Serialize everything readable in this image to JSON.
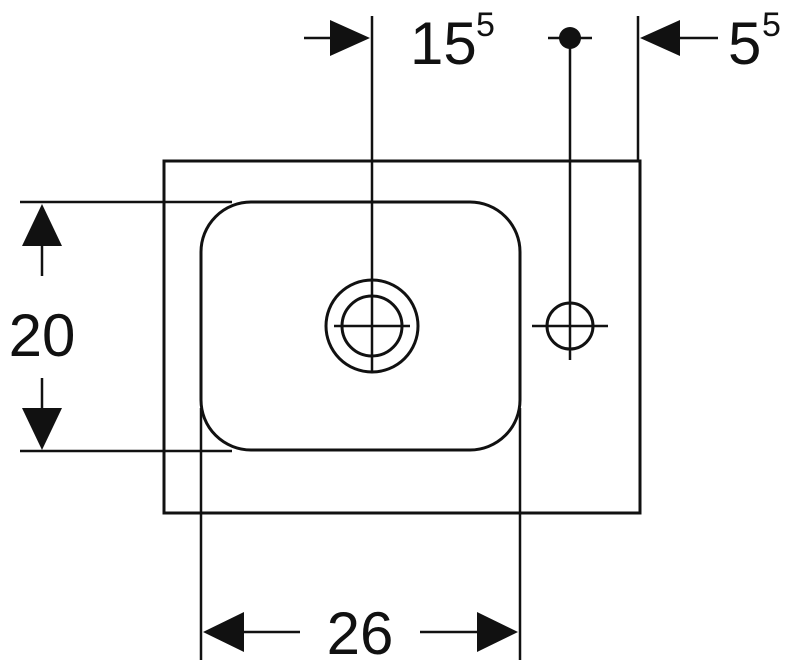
{
  "colors": {
    "line": "#111111",
    "background": "#ffffff"
  },
  "dimensions": {
    "drain_offset": {
      "base": "15",
      "sup": "5"
    },
    "tap_offset": {
      "base": "5",
      "sup": "5"
    },
    "bowl_depth": {
      "value": "20"
    },
    "bowl_width": {
      "value": "26"
    }
  }
}
